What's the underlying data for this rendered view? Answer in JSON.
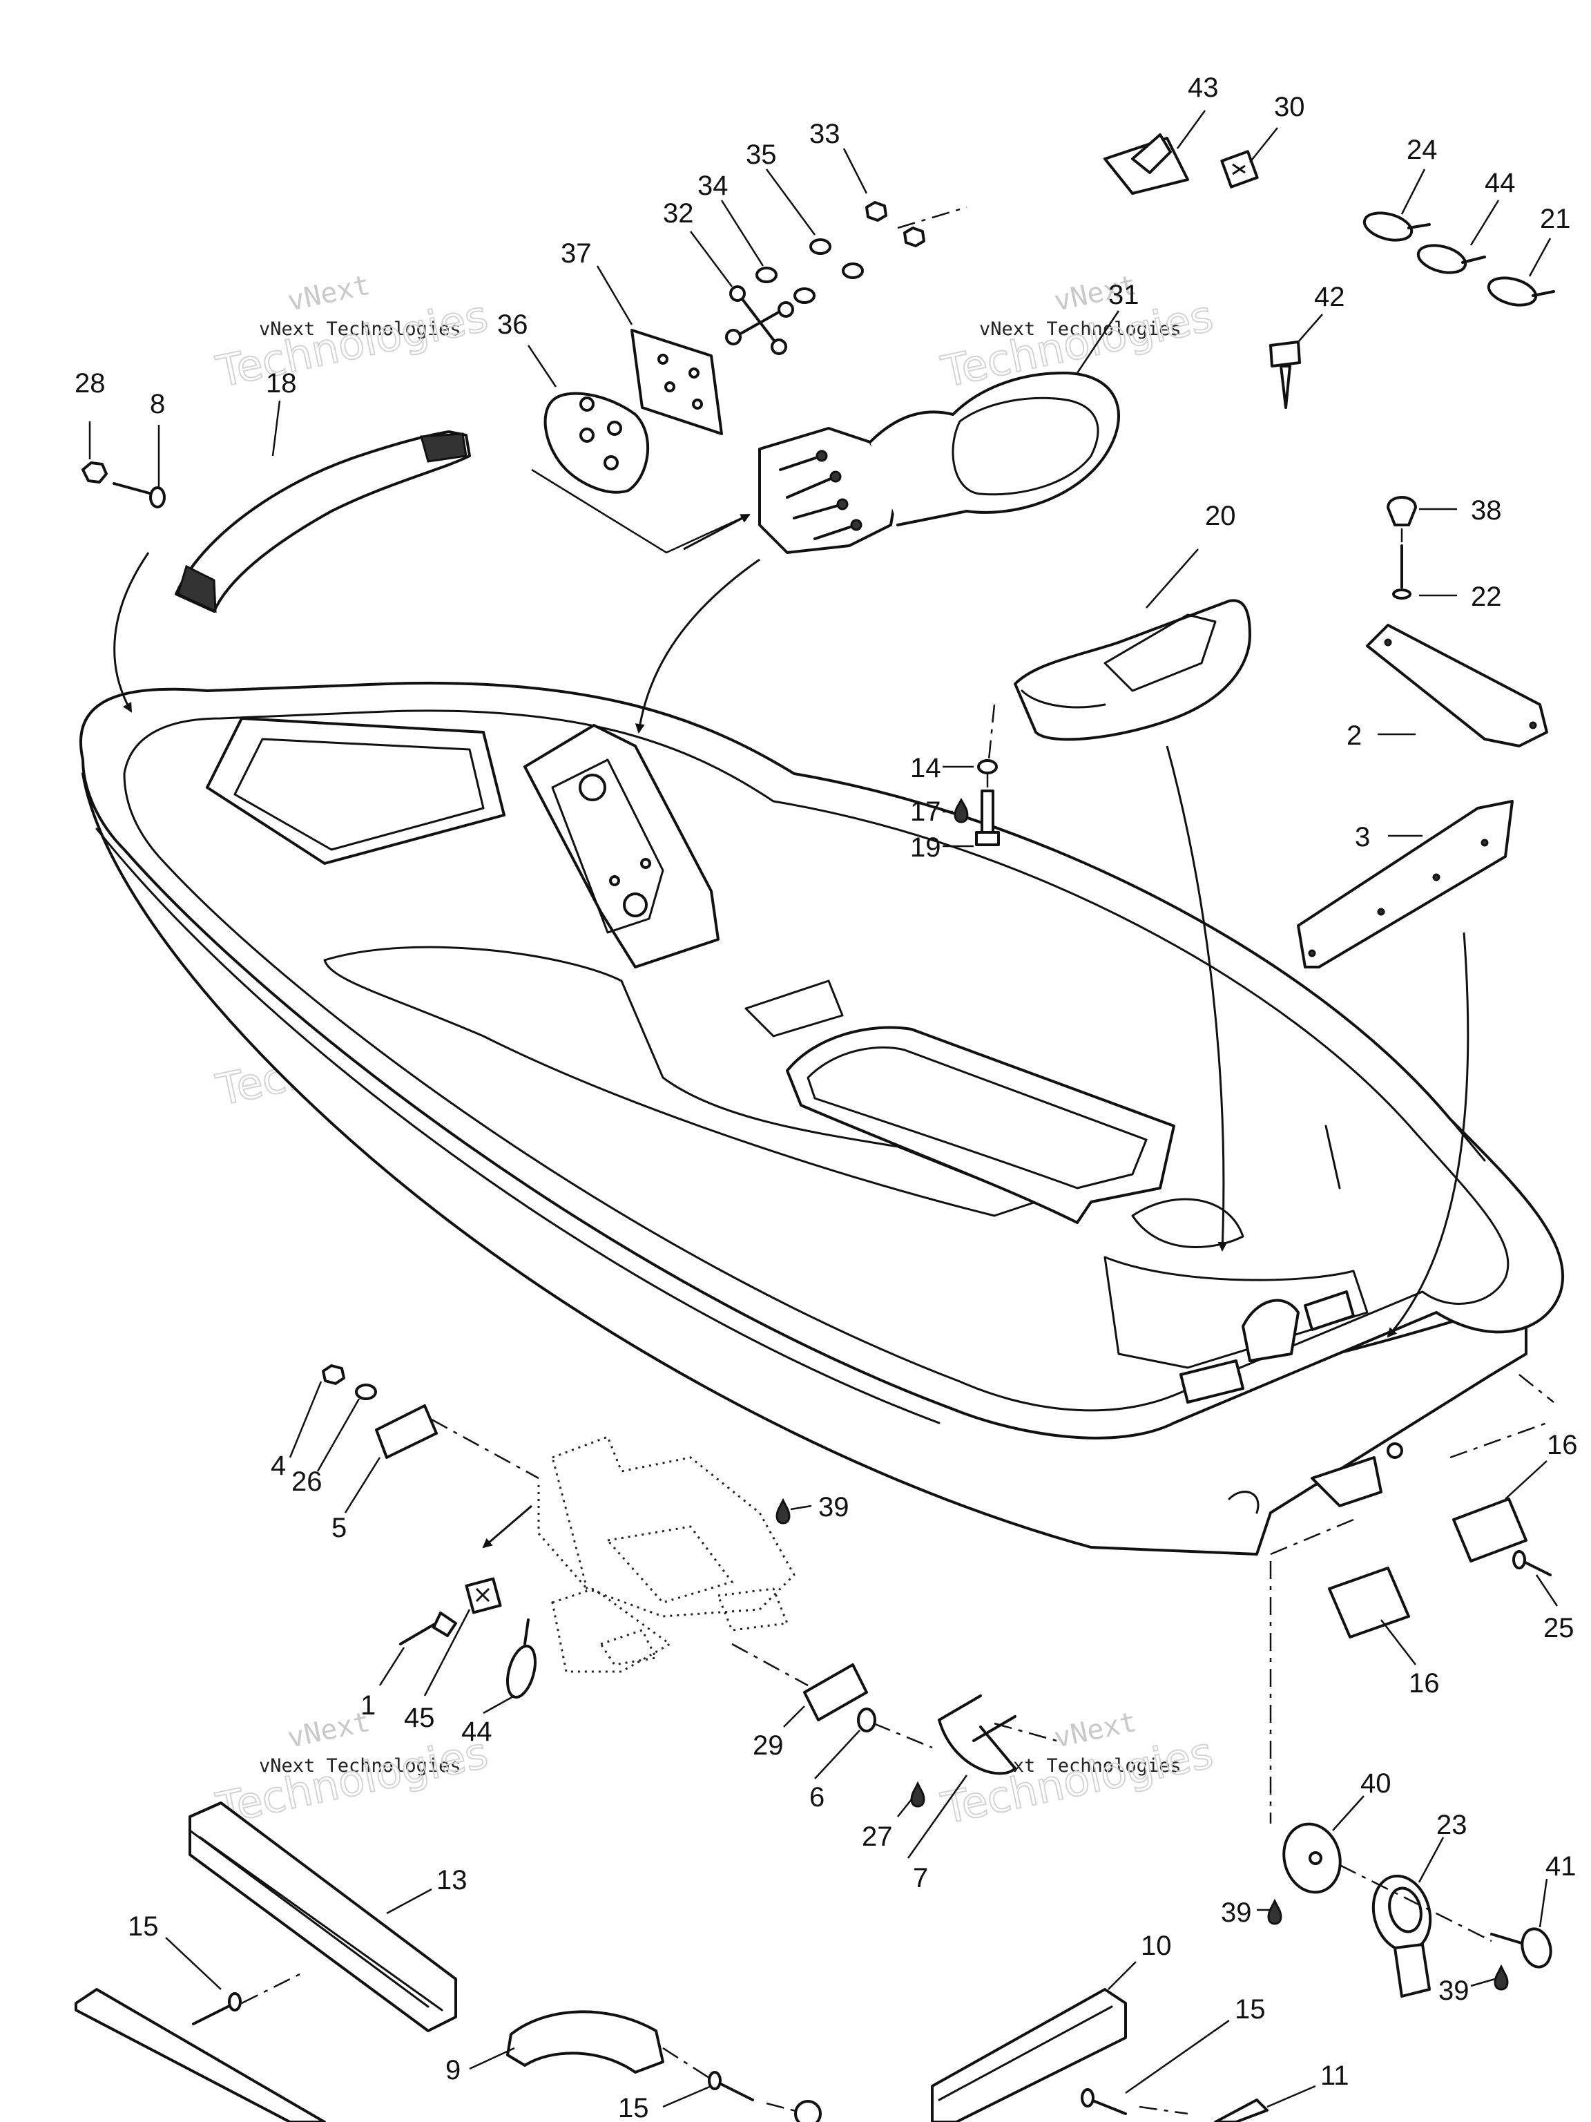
{
  "watermark": {
    "line1": "vNext",
    "line2": "vNext Technologies",
    "line3": "Technologies"
  },
  "callouts": [
    {
      "id": "c43",
      "label": "43"
    },
    {
      "id": "c30",
      "label": "30"
    },
    {
      "id": "c33",
      "label": "33"
    },
    {
      "id": "c35",
      "label": "35"
    },
    {
      "id": "c34",
      "label": "34"
    },
    {
      "id": "c32",
      "label": "32"
    },
    {
      "id": "c37",
      "label": "37"
    },
    {
      "id": "c36",
      "label": "36"
    },
    {
      "id": "c31",
      "label": "31"
    },
    {
      "id": "c24",
      "label": "24"
    },
    {
      "id": "c44a",
      "label": "44"
    },
    {
      "id": "c21",
      "label": "21"
    },
    {
      "id": "c42",
      "label": "42"
    },
    {
      "id": "c28",
      "label": "28"
    },
    {
      "id": "c8",
      "label": "8"
    },
    {
      "id": "c18",
      "label": "18"
    },
    {
      "id": "c38",
      "label": "38"
    },
    {
      "id": "c22",
      "label": "22"
    },
    {
      "id": "c20",
      "label": "20"
    },
    {
      "id": "c2",
      "label": "2"
    },
    {
      "id": "c14",
      "label": "14"
    },
    {
      "id": "c17",
      "label": "17"
    },
    {
      "id": "c19",
      "label": "19"
    },
    {
      "id": "c3",
      "label": "3"
    },
    {
      "id": "c4",
      "label": "4"
    },
    {
      "id": "c26",
      "label": "26"
    },
    {
      "id": "c5",
      "label": "5"
    },
    {
      "id": "c39a",
      "label": "39"
    },
    {
      "id": "c16a",
      "label": "16"
    },
    {
      "id": "c25",
      "label": "25"
    },
    {
      "id": "c16b",
      "label": "16"
    },
    {
      "id": "c1",
      "label": "1"
    },
    {
      "id": "c45",
      "label": "45"
    },
    {
      "id": "c44b",
      "label": "44"
    },
    {
      "id": "c29",
      "label": "29"
    },
    {
      "id": "c6",
      "label": "6"
    },
    {
      "id": "c27",
      "label": "27"
    },
    {
      "id": "c7",
      "label": "7"
    },
    {
      "id": "c40",
      "label": "40"
    },
    {
      "id": "c23",
      "label": "23"
    },
    {
      "id": "c41",
      "label": "41"
    },
    {
      "id": "c39b",
      "label": "39"
    },
    {
      "id": "c39c",
      "label": "39"
    },
    {
      "id": "c13",
      "label": "13"
    },
    {
      "id": "c15a",
      "label": "15"
    },
    {
      "id": "c10",
      "label": "10"
    },
    {
      "id": "c15b",
      "label": "15"
    },
    {
      "id": "c9",
      "label": "9"
    },
    {
      "id": "c15c",
      "label": "15"
    },
    {
      "id": "c11",
      "label": "11"
    }
  ]
}
